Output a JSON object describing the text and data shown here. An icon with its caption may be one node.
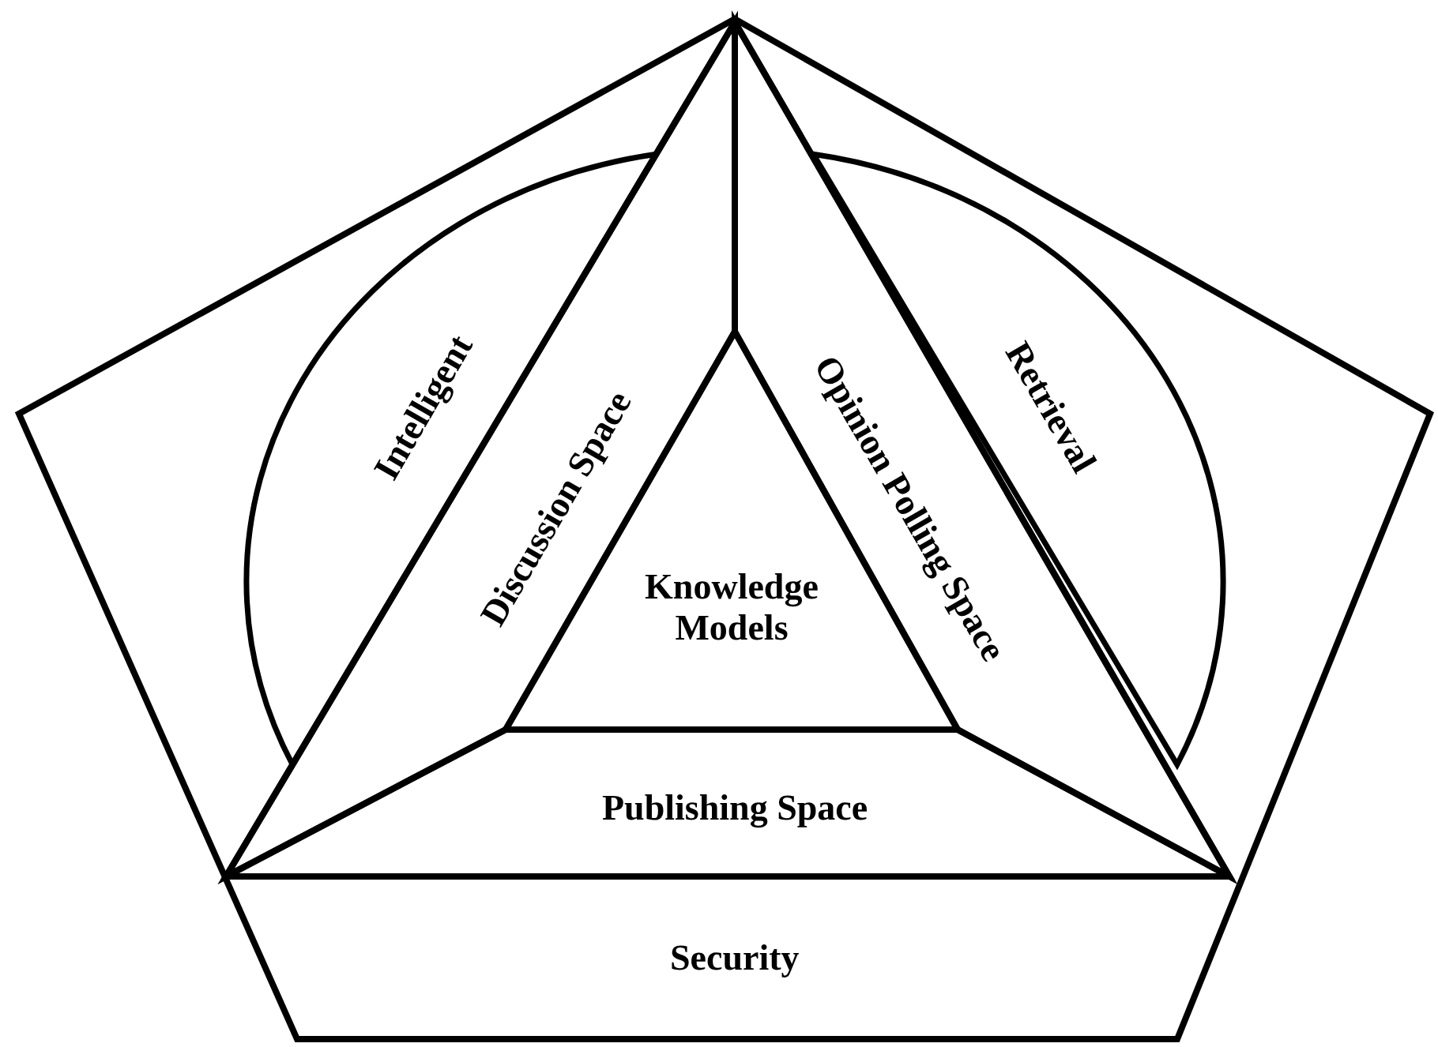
{
  "diagram": {
    "nodes": [
      {
        "text": [
          "Security"
        ]
      },
      {
        "text": [
          "Intelligent"
        ],
        "in": 0
      },
      {
        "text": [
          "Retrieval"
        ],
        "in": 0
      },
      {
        "text": [],
        "shape": "triangle",
        "in": 0
      },
      {
        "text": [
          "Discussion Space"
        ],
        "in": 3
      },
      {
        "text": [
          "Opinion Polling Space"
        ],
        "in": 3
      },
      {
        "text": [
          "Knowledge Models"
        ],
        "in": 3
      },
      {
        "text": [
          "Publishing Space"
        ],
        "in": 3
      }
    ],
    "edges": []
  }
}
